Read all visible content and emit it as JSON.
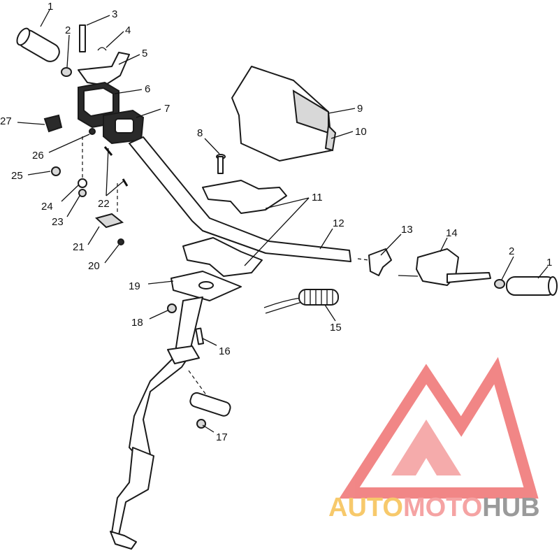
{
  "callouts": [
    {
      "id": "c1a",
      "label": "1"
    },
    {
      "id": "c2a",
      "label": "2"
    },
    {
      "id": "c3",
      "label": "3"
    },
    {
      "id": "c4",
      "label": "4"
    },
    {
      "id": "c5",
      "label": "5"
    },
    {
      "id": "c6",
      "label": "6"
    },
    {
      "id": "c7",
      "label": "7"
    },
    {
      "id": "c8",
      "label": "8"
    },
    {
      "id": "c9",
      "label": "9"
    },
    {
      "id": "c10",
      "label": "10"
    },
    {
      "id": "c11",
      "label": "11"
    },
    {
      "id": "c12",
      "label": "12"
    },
    {
      "id": "c13",
      "label": "13"
    },
    {
      "id": "c14",
      "label": "14"
    },
    {
      "id": "c2b",
      "label": "2"
    },
    {
      "id": "c1b",
      "label": "1"
    },
    {
      "id": "c15",
      "label": "15"
    },
    {
      "id": "c16",
      "label": "16"
    },
    {
      "id": "c17",
      "label": "17"
    },
    {
      "id": "c18",
      "label": "18"
    },
    {
      "id": "c19",
      "label": "19"
    },
    {
      "id": "c20",
      "label": "20"
    },
    {
      "id": "c21",
      "label": "21"
    },
    {
      "id": "c22",
      "label": "22"
    },
    {
      "id": "c23",
      "label": "23"
    },
    {
      "id": "c24",
      "label": "24"
    },
    {
      "id": "c25",
      "label": "25"
    },
    {
      "id": "c26",
      "label": "26"
    },
    {
      "id": "c27",
      "label": "27"
    }
  ],
  "watermark": {
    "part1": "AUTO",
    "part2": "MOTO",
    "part3": "HUB",
    "color_auto": "#f7c96b",
    "color_moto": "#f5a3a3",
    "color_hub": "#9a9a9a",
    "logo_color": "#f07a7a"
  }
}
